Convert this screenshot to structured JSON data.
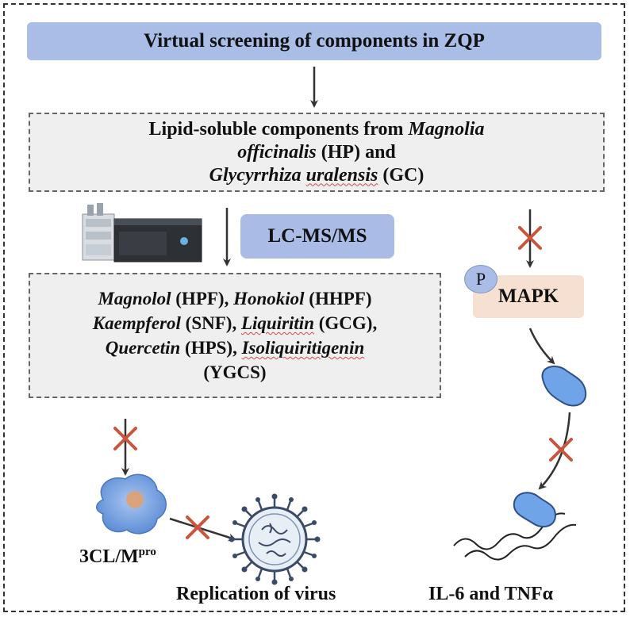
{
  "title": "Virtual screening of components in ZQP",
  "lipid_box": {
    "line1_text": "Lipid-soluble components from ",
    "line1_italic": "Magnolia",
    "line2_italic": "officinalis",
    "line2_text": " (HP) and",
    "line3_italic_a": "Glycyrrhiza",
    "line3_italic_b": "uralensis",
    "line3_text": " (GC)"
  },
  "lcms_label": "LC-MS/MS",
  "compounds": [
    {
      "name": "Magnolol",
      "code": " (HPF), "
    },
    {
      "name": "Honokiol",
      "code": " (HHPF)"
    },
    {
      "name": "Kaempferol",
      "code": " (SNF), "
    },
    {
      "name": "Liquiritin",
      "code": " (GCG),"
    },
    {
      "name": "Quercetin",
      "code": " (HPS), "
    },
    {
      "name": "Isoliquiritigenin",
      "code": ""
    }
  ],
  "last_code": "(YGCS)",
  "mapk": {
    "label": "MAPK",
    "phospho": "P"
  },
  "protease": {
    "base": "3CL/M",
    "sup": "pro"
  },
  "virus_label": "Replication of virus",
  "cytokine_label": "IL-6 and TNFα",
  "colors": {
    "blue_box": "#a9bde6",
    "mapk_box": "#f6e0d1",
    "inhibit_x": "#c8553d",
    "protein_blue": "#6fa5e8"
  }
}
